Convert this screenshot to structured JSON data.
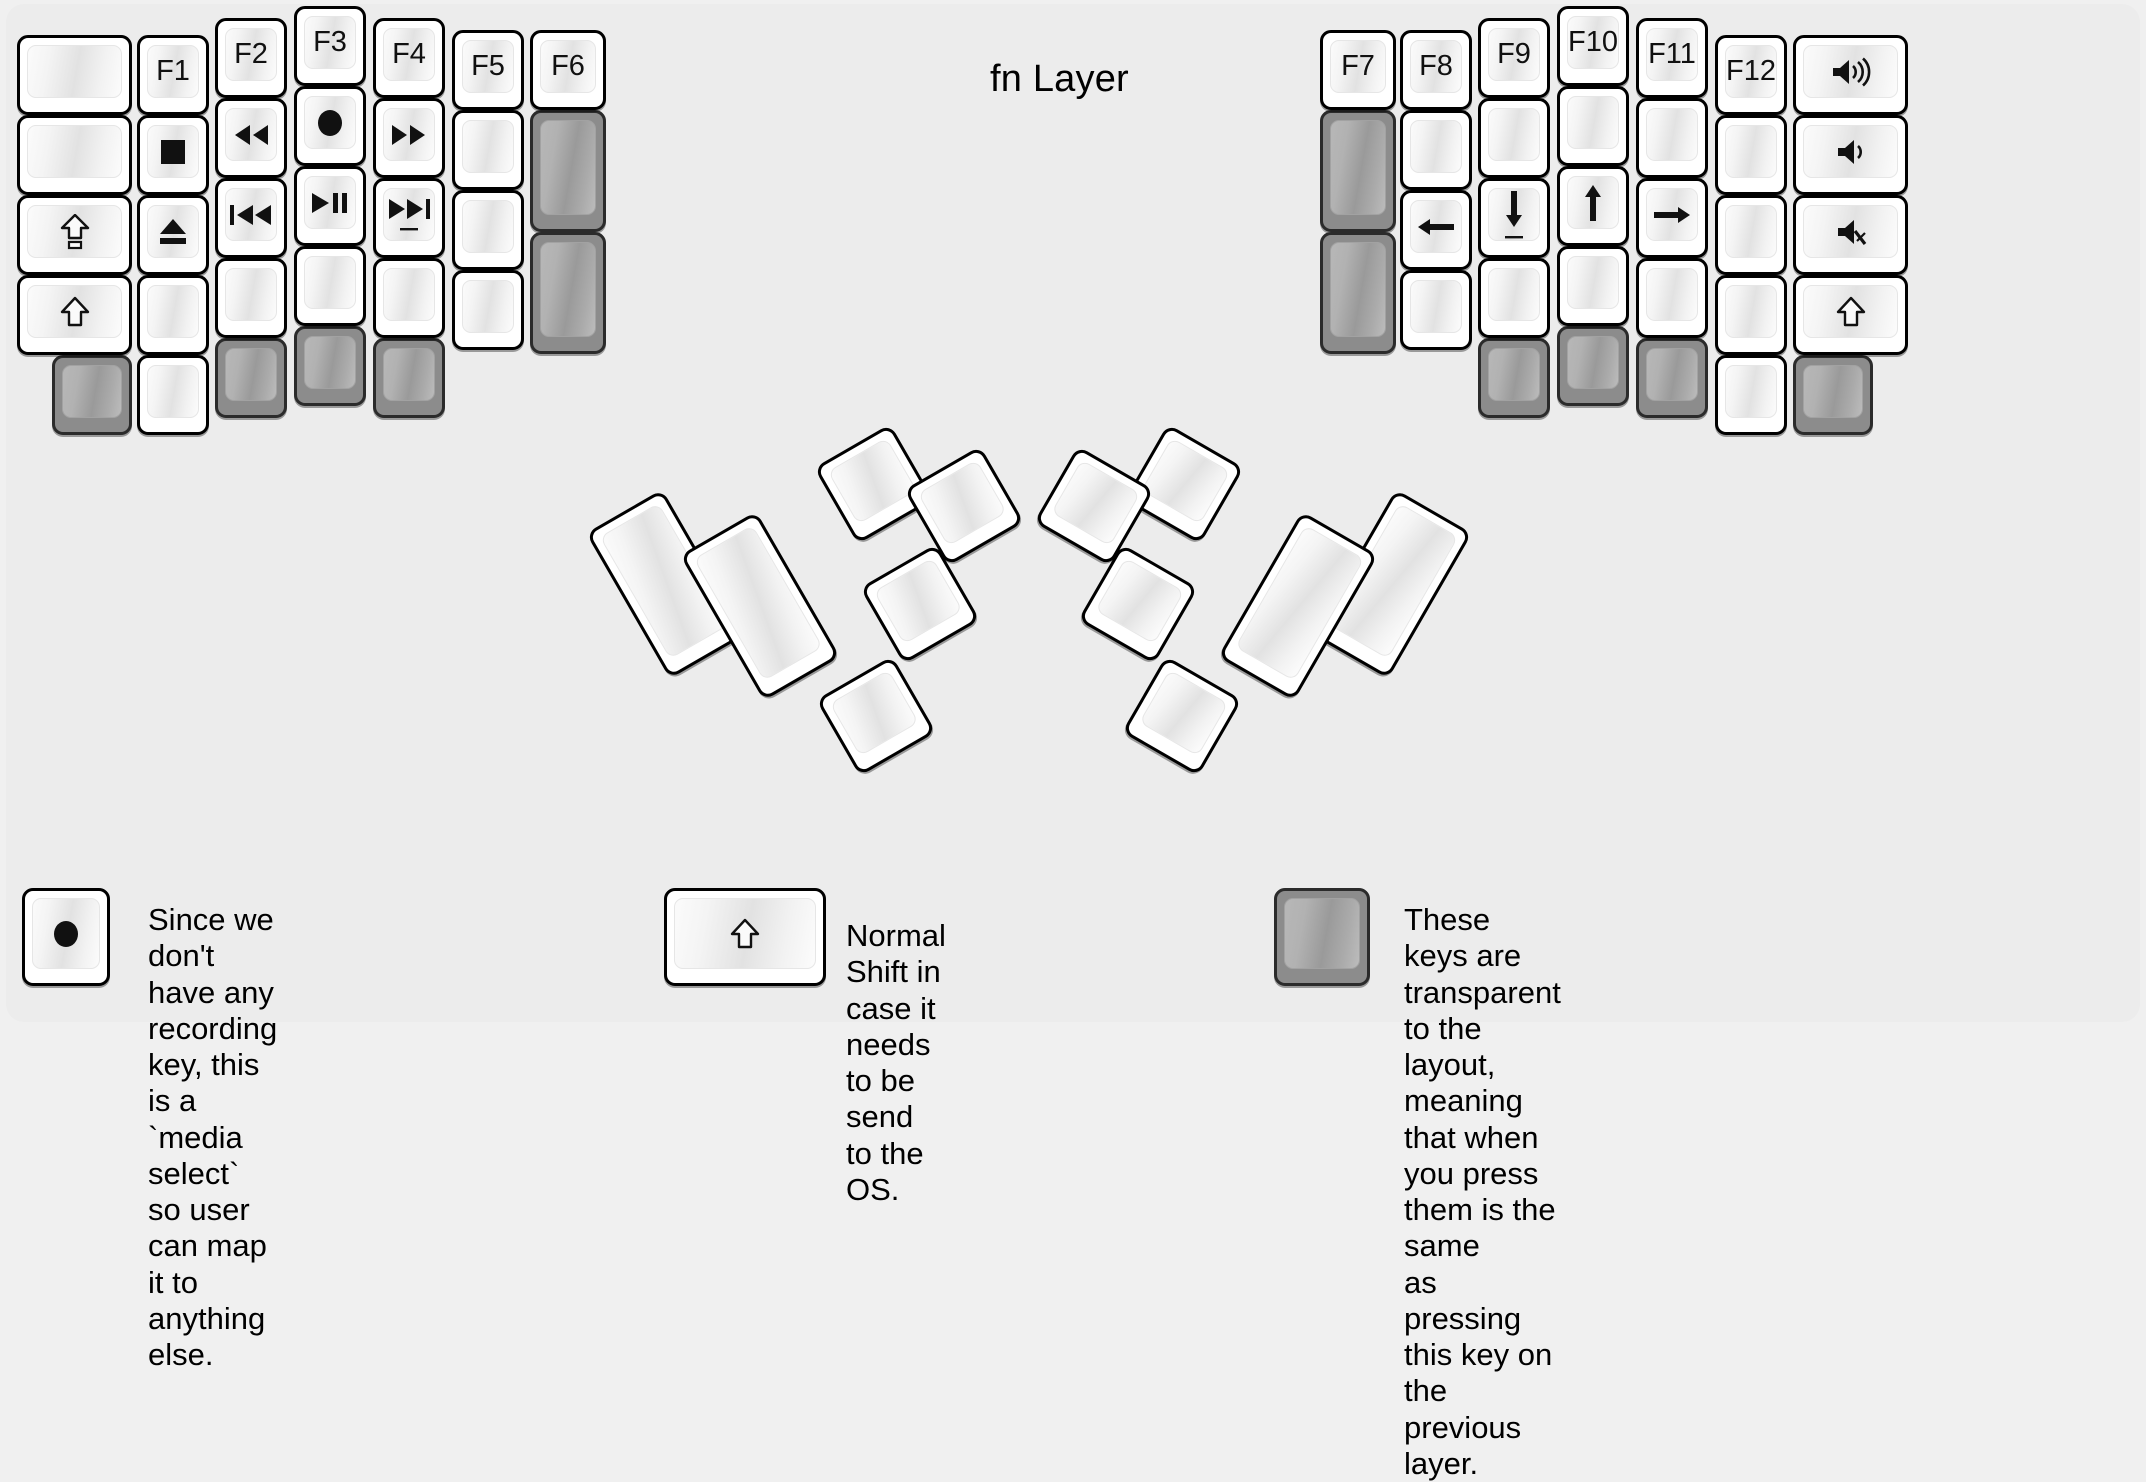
{
  "title": "fn Layer",
  "theme": {
    "background": "#f0f0f0",
    "canvas": "#ececec",
    "key_face": "#ffffff",
    "key_border": "#000000",
    "transparent_key": "#8c8c8c"
  },
  "keyboard": {
    "left_half": {
      "columns": [
        {
          "name": "outer-column",
          "keys": [
            {
              "label": "",
              "icon": "",
              "transparent": false
            },
            {
              "label": "",
              "icon": "",
              "transparent": false
            },
            {
              "label": "",
              "icon": "caps-lock-icon",
              "transparent": false
            },
            {
              "label": "",
              "icon": "shift-icon",
              "transparent": false
            },
            {
              "label": "",
              "icon": "",
              "transparent": true
            }
          ]
        },
        {
          "name": "f1-column",
          "keys": [
            {
              "label": "F1",
              "icon": "",
              "transparent": false
            },
            {
              "label": "",
              "icon": "media-stop-icon",
              "transparent": false
            },
            {
              "label": "",
              "icon": "media-eject-icon",
              "transparent": false
            },
            {
              "label": "",
              "icon": "",
              "transparent": false
            },
            {
              "label": "",
              "icon": "",
              "transparent": false
            }
          ]
        },
        {
          "name": "f2-column",
          "keys": [
            {
              "label": "F2",
              "icon": "",
              "transparent": false
            },
            {
              "label": "",
              "icon": "media-rewind-icon",
              "transparent": false
            },
            {
              "label": "",
              "icon": "media-previous-icon",
              "transparent": false
            },
            {
              "label": "",
              "icon": "",
              "transparent": false
            },
            {
              "label": "",
              "icon": "",
              "transparent": true
            }
          ]
        },
        {
          "name": "f3-column",
          "keys": [
            {
              "label": "F3",
              "icon": "",
              "transparent": false
            },
            {
              "label": "",
              "icon": "media-record-icon",
              "transparent": false
            },
            {
              "label": "",
              "icon": "media-play-pause-icon",
              "transparent": false
            },
            {
              "label": "",
              "icon": "",
              "transparent": false
            },
            {
              "label": "",
              "icon": "",
              "transparent": true
            }
          ]
        },
        {
          "name": "f4-column",
          "keys": [
            {
              "label": "F4",
              "icon": "",
              "transparent": false
            },
            {
              "label": "",
              "icon": "media-fast-forward-icon",
              "transparent": false
            },
            {
              "label": "",
              "icon": "media-next-icon",
              "transparent": false
            },
            {
              "label": "",
              "icon": "",
              "transparent": false
            },
            {
              "label": "",
              "icon": "",
              "transparent": true
            }
          ]
        },
        {
          "name": "f5-column",
          "keys": [
            {
              "label": "F5",
              "icon": "",
              "transparent": false
            },
            {
              "label": "",
              "icon": "",
              "transparent": false
            },
            {
              "label": "",
              "icon": "",
              "transparent": false
            },
            {
              "label": "",
              "icon": "",
              "transparent": false
            }
          ]
        },
        {
          "name": "f6-column",
          "keys": [
            {
              "label": "F6",
              "icon": "",
              "transparent": false
            },
            {
              "label": "",
              "icon": "",
              "transparent": true
            },
            {
              "label": "",
              "icon": "",
              "transparent": true
            }
          ]
        }
      ],
      "thumb_cluster": [
        {
          "label": "",
          "icon": "",
          "transparent": false
        },
        {
          "label": "",
          "icon": "",
          "transparent": false
        },
        {
          "label": "",
          "icon": "",
          "transparent": false
        },
        {
          "label": "",
          "icon": "",
          "transparent": false
        },
        {
          "label": "",
          "icon": "",
          "transparent": false
        },
        {
          "label": "",
          "icon": "",
          "transparent": false
        }
      ]
    },
    "right_half": {
      "columns": [
        {
          "name": "f7-column",
          "keys": [
            {
              "label": "F7",
              "icon": "",
              "transparent": false
            },
            {
              "label": "",
              "icon": "",
              "transparent": true
            },
            {
              "label": "",
              "icon": "",
              "transparent": true
            }
          ]
        },
        {
          "name": "f8-column",
          "keys": [
            {
              "label": "F8",
              "icon": "",
              "transparent": false
            },
            {
              "label": "",
              "icon": "",
              "transparent": false
            },
            {
              "label": "",
              "icon": "arrow-left-icon",
              "transparent": false
            },
            {
              "label": "",
              "icon": "",
              "transparent": false
            }
          ]
        },
        {
          "name": "f9-column",
          "keys": [
            {
              "label": "F9",
              "icon": "",
              "transparent": false
            },
            {
              "label": "",
              "icon": "",
              "transparent": false
            },
            {
              "label": "",
              "icon": "arrow-down-icon",
              "transparent": false
            },
            {
              "label": "",
              "icon": "",
              "transparent": false
            },
            {
              "label": "",
              "icon": "",
              "transparent": true
            }
          ]
        },
        {
          "name": "f10-column",
          "keys": [
            {
              "label": "F10",
              "icon": "",
              "transparent": false
            },
            {
              "label": "",
              "icon": "",
              "transparent": false
            },
            {
              "label": "",
              "icon": "arrow-up-icon",
              "transparent": false
            },
            {
              "label": "",
              "icon": "",
              "transparent": false
            },
            {
              "label": "",
              "icon": "",
              "transparent": true
            }
          ]
        },
        {
          "name": "f11-column",
          "keys": [
            {
              "label": "F11",
              "icon": "",
              "transparent": false
            },
            {
              "label": "",
              "icon": "",
              "transparent": false
            },
            {
              "label": "",
              "icon": "arrow-right-icon",
              "transparent": false
            },
            {
              "label": "",
              "icon": "",
              "transparent": false
            },
            {
              "label": "",
              "icon": "",
              "transparent": true
            }
          ]
        },
        {
          "name": "f12-column",
          "keys": [
            {
              "label": "F12",
              "icon": "",
              "transparent": false
            },
            {
              "label": "",
              "icon": "",
              "transparent": false
            },
            {
              "label": "",
              "icon": "",
              "transparent": false
            },
            {
              "label": "",
              "icon": "",
              "transparent": false
            },
            {
              "label": "",
              "icon": "",
              "transparent": false
            }
          ]
        },
        {
          "name": "volume-column",
          "keys": [
            {
              "label": "",
              "icon": "volume-up-icon",
              "transparent": false
            },
            {
              "label": "",
              "icon": "volume-down-icon",
              "transparent": false
            },
            {
              "label": "",
              "icon": "volume-mute-icon",
              "transparent": false
            },
            {
              "label": "",
              "icon": "shift-icon",
              "transparent": false
            },
            {
              "label": "",
              "icon": "",
              "transparent": true
            }
          ]
        }
      ],
      "thumb_cluster": [
        {
          "label": "",
          "icon": "",
          "transparent": false
        },
        {
          "label": "",
          "icon": "",
          "transparent": false
        },
        {
          "label": "",
          "icon": "",
          "transparent": false
        },
        {
          "label": "",
          "icon": "",
          "transparent": false
        },
        {
          "label": "",
          "icon": "",
          "transparent": false
        },
        {
          "label": "",
          "icon": "",
          "transparent": false
        }
      ]
    }
  },
  "legend": [
    {
      "icon": "media-record-icon",
      "transparent": false,
      "text": "Since we don't have any recording\nkey, this is a `media select` so user\ncan map it to anything else."
    },
    {
      "icon": "shift-icon",
      "transparent": false,
      "text": "Normal Shift in case it needs\nto be send to the OS."
    },
    {
      "icon": "",
      "transparent": true,
      "text": "These keys are transparent to the layout,\nmeaning that when you press them is the same\nas pressing this key on the previous layer."
    }
  ]
}
